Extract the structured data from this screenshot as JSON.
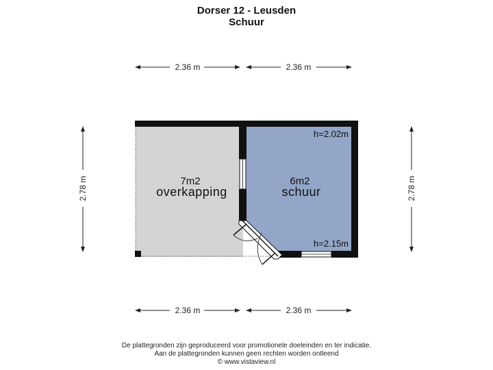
{
  "header": {
    "title": "Dorser 12 - Leusden",
    "subtitle": "Schuur"
  },
  "dimensions": {
    "top_left": "2.36 m",
    "top_right": "2.36 m",
    "bottom_left": "2.36 m",
    "bottom_right": "2.36 m",
    "left": "2.78 m",
    "right": "2.78 m"
  },
  "rooms": {
    "overkapping": {
      "area": "7m2",
      "name": "overkapping"
    },
    "schuur": {
      "area": "6m2",
      "name": "schuur",
      "height_top": "h=2.02m",
      "height_bottom": "h=2.15m"
    }
  },
  "colors": {
    "overkapping_fill": "#d4d4d4",
    "schuur_fill": "#93a6c8",
    "wall": "#111111"
  },
  "footer": {
    "line1": "De plattegronden zijn geproduceerd voor promotionele doeleinden en ter indicatie.",
    "line2": "Aan de plattegronden kunnen geen rechten worden ontleend",
    "line3": "© www.vistaview.nl"
  }
}
